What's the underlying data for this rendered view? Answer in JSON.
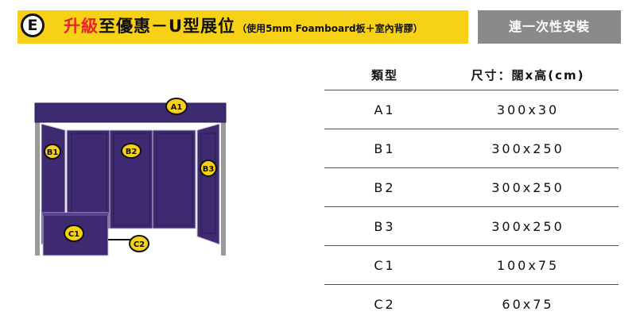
{
  "header": {
    "badge_letter": "E",
    "title_highlight": "升級",
    "title_main": "至優惠－U型展位",
    "title_sub": "（使用5mm Foamboard板＋室內背膠）",
    "banner_color": "#f7d117",
    "highlight_color": "#e8232a",
    "install_button_label": "連一次性安裝"
  },
  "diagram": {
    "panel_color": "#3e2a70",
    "marker_color": "#f7d117",
    "markers": [
      "A1",
      "B1",
      "B2",
      "B3",
      "C1",
      "C2"
    ]
  },
  "table": {
    "headers": {
      "type": "類型",
      "size": "尺寸：闊x高(cm)"
    },
    "rows": [
      {
        "type": "A1",
        "size": "300x30"
      },
      {
        "type": "B1",
        "size": "300x250"
      },
      {
        "type": "B2",
        "size": "300x250"
      },
      {
        "type": "B3",
        "size": "300x250"
      },
      {
        "type": "C1",
        "size": "100x75"
      },
      {
        "type": "C2",
        "size": "60x75"
      }
    ]
  }
}
